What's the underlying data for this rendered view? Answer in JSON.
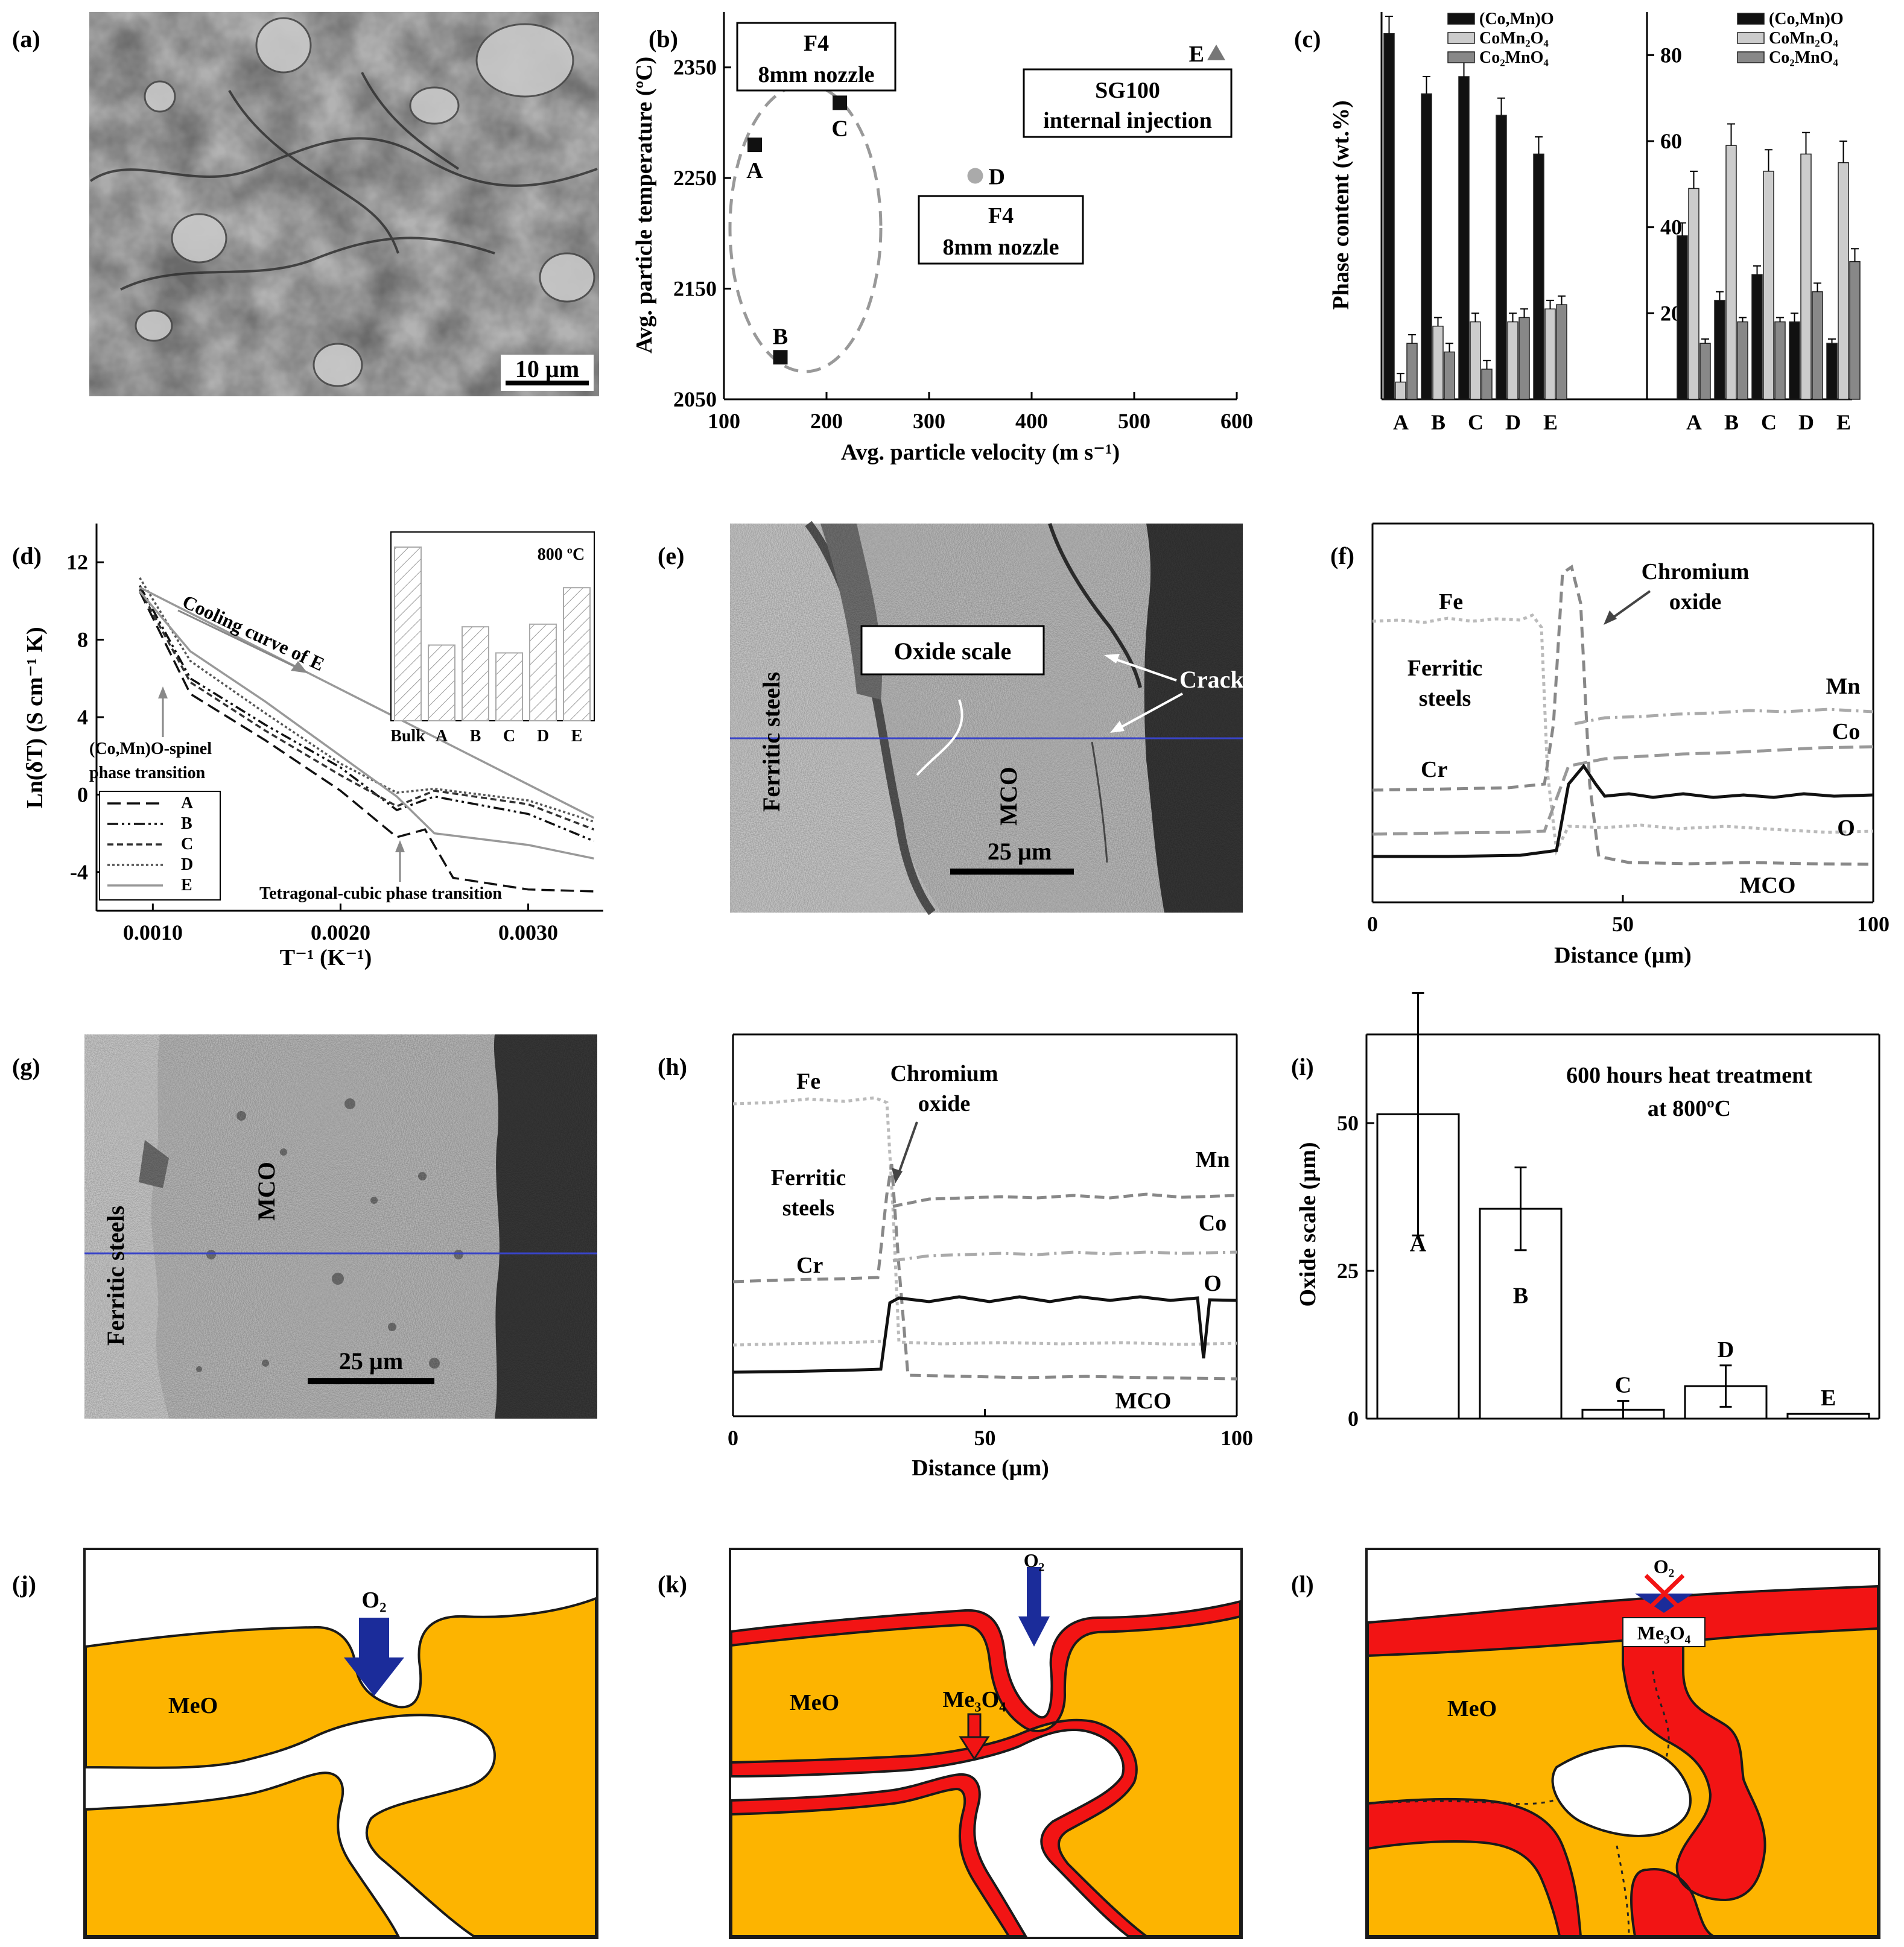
{
  "panel_labels": [
    "(a)",
    "(b)",
    "(c)",
    "(d)",
    "(e)",
    "(f)",
    "(g)",
    "(h)",
    "(i)",
    "(j)",
    "(k)",
    "(l)"
  ],
  "a": {
    "scale_bar": "10 µm"
  },
  "b": {
    "ylabel": "Avg. particle temperature (ºC)",
    "xlabel": "Avg. particle velocity (m s⁻¹)",
    "box1": [
      "F4",
      "8mm nozzle"
    ],
    "box2": [
      "SG100",
      "internal injection"
    ],
    "box3": [
      "F4",
      "8mm nozzle"
    ],
    "chart_data": {
      "type": "scatter",
      "xlim": [
        100,
        600
      ],
      "ylim": [
        2050,
        2400
      ],
      "xticks": [
        "100",
        "200",
        "300",
        "400",
        "500",
        "600"
      ],
      "yticks": [
        "2050",
        "2150",
        "2250",
        "2350"
      ],
      "points": [
        {
          "label": "A",
          "x": 130,
          "y": 2280
        },
        {
          "label": "B",
          "x": 155,
          "y": 2088
        },
        {
          "label": "C",
          "x": 213,
          "y": 2318
        },
        {
          "label": "D",
          "x": 345,
          "y": 2252
        },
        {
          "label": "E",
          "x": 580,
          "y": 2363
        }
      ]
    }
  },
  "c": {
    "ylabel": "Phase content (wt.%)",
    "legend": [
      "(Co,Mn)O",
      "CoMn₂O₄",
      "Co₂MnO₄"
    ],
    "chart_data": {
      "type": "bar",
      "categories": [
        "A",
        "B",
        "C",
        "D",
        "E"
      ],
      "yticks": [
        "20",
        "40",
        "60",
        "80"
      ],
      "ylim": [
        0,
        90
      ],
      "left_series": [
        {
          "name": "(Co,Mn)O",
          "values": [
            85,
            71,
            75,
            66,
            57
          ],
          "err": [
            4,
            4,
            4,
            4,
            4
          ]
        },
        {
          "name": "CoMn₂O₄",
          "values": [
            4,
            17,
            18,
            18,
            21
          ],
          "err": [
            2,
            2,
            2,
            2,
            2
          ]
        },
        {
          "name": "Co₂MnO₄",
          "values": [
            13,
            11,
            7,
            19,
            22
          ],
          "err": [
            2,
            2,
            2,
            2,
            2
          ]
        }
      ],
      "right_series": [
        {
          "name": "(Co,Mn)O",
          "values": [
            38,
            23,
            29,
            18,
            13
          ],
          "err": [
            3,
            2,
            2,
            2,
            1
          ]
        },
        {
          "name": "CoMn₂O₄",
          "values": [
            49,
            59,
            53,
            57,
            55
          ],
          "err": [
            4,
            5,
            5,
            5,
            5
          ]
        },
        {
          "name": "Co₂MnO₄",
          "values": [
            13,
            18,
            18,
            25,
            32
          ],
          "err": [
            1,
            1,
            1,
            2,
            3
          ]
        }
      ]
    }
  },
  "d": {
    "ylabel": "Ln(δT) (S cm⁻¹ K)",
    "xlabel": "T⁻¹ (K⁻¹)",
    "cooling": "Cooling curve of E",
    "transition1": [
      "(Co,Mn)O-spinel",
      "phase transition"
    ],
    "transition2": "Tetragonal-cubic phase transition",
    "legend": [
      "A",
      "B",
      "C",
      "D",
      "E"
    ],
    "inset": {
      "title": "800 ºC",
      "categories": [
        "Bulk",
        "A",
        "B",
        "C",
        "D",
        "E"
      ],
      "values": [
        13.3,
        5.8,
        7.2,
        5.2,
        7.4,
        10.2
      ]
    },
    "chart_data": {
      "type": "line",
      "xlim": [
        0.0007,
        0.0034
      ],
      "ylim": [
        -6,
        14
      ],
      "xticks": [
        "0.0010",
        "0.0020",
        "0.0030"
      ],
      "yticks": [
        "-4",
        "0",
        "4",
        "8",
        "12"
      ],
      "series": [
        {
          "name": "A",
          "x": [
            0.00093,
            0.0012,
            0.0016,
            0.002,
            0.0023,
            0.00245,
            0.0026,
            0.003,
            0.00335
          ],
          "y": [
            10.5,
            5.2,
            2.8,
            0.2,
            -2.2,
            -1.8,
            -4.3,
            -4.9,
            -5.0
          ]
        },
        {
          "name": "B",
          "x": [
            0.00093,
            0.0012,
            0.0016,
            0.002,
            0.0023,
            0.0025,
            0.003,
            0.00335
          ],
          "y": [
            10.8,
            6.0,
            3.6,
            1.4,
            -0.8,
            -0.1,
            -1.0,
            -2.4
          ]
        },
        {
          "name": "C",
          "x": [
            0.00093,
            0.0012,
            0.0016,
            0.002,
            0.0023,
            0.0025,
            0.003,
            0.00335
          ],
          "y": [
            10.6,
            5.8,
            3.3,
            1.0,
            -0.6,
            0.2,
            -0.5,
            -1.8
          ]
        },
        {
          "name": "D",
          "x": [
            0.00093,
            0.0012,
            0.0016,
            0.002,
            0.0023,
            0.0025,
            0.003,
            0.00335
          ],
          "y": [
            11.2,
            6.9,
            4.2,
            1.6,
            0.1,
            0.3,
            -0.3,
            -1.4
          ]
        },
        {
          "name": "E",
          "x": [
            0.00093,
            0.0012,
            0.0016,
            0.002,
            0.0023,
            0.0025,
            0.003,
            0.00335
          ],
          "y": [
            10.5,
            7.4,
            4.8,
            2.0,
            -0.1,
            -2.0,
            -2.6,
            -3.3
          ]
        },
        {
          "name": "Cooling curve of E",
          "x": [
            0.00093,
            0.00335
          ],
          "y": [
            10.7,
            -1.2
          ]
        }
      ]
    }
  },
  "e": {
    "oxide_scale": "Oxide scale",
    "cracks": "Cracks",
    "steel": "Ferritic  steels",
    "mco": "MCO",
    "scale_bar": "25 µm"
  },
  "f": {
    "xlabel": "Distance (µm)",
    "xticks": [
      "0",
      "50",
      "100"
    ],
    "labels": {
      "fe": "Fe",
      "steel": [
        "Ferritic",
        "steels"
      ],
      "cr": "Cr",
      "chrom": [
        "Chromium",
        "oxide"
      ],
      "mn": "Mn",
      "co": "Co",
      "o": "O",
      "mco": "MCO"
    }
  },
  "g": {
    "steel": "Ferritic  steels",
    "mco": "MCO",
    "scale_bar": "25 µm"
  },
  "h": {
    "xlabel": "Distance (µm)",
    "xticks": [
      "0",
      "50",
      "100"
    ],
    "labels": {
      "fe": "Fe",
      "steel": [
        "Ferritic",
        "steels"
      ],
      "cr": "Cr",
      "chrom": [
        "Chromium",
        "oxide"
      ],
      "mn": "Mn",
      "co": "Co",
      "o": "O",
      "mco": "MCO"
    }
  },
  "i": {
    "ylabel": "Oxide scale (µm)",
    "title": [
      "600 hours heat treatment",
      "at 800ºC"
    ],
    "chart_data": {
      "type": "bar",
      "categories": [
        "A",
        "B",
        "C",
        "D",
        "E"
      ],
      "values": [
        51.5,
        35.5,
        1.5,
        5.5,
        0.8
      ],
      "err": [
        20.5,
        7,
        1.5,
        3.5,
        0
      ],
      "ylim": [
        0,
        65
      ],
      "yticks": [
        "0",
        "25",
        "50"
      ]
    }
  },
  "j": {
    "o2": "O₂",
    "meo": "MeO"
  },
  "k": {
    "o2": "O₂",
    "meo": "MeO",
    "me3o4": "Me₃O₄"
  },
  "l": {
    "o2": "O₂",
    "meo": "MeO",
    "me3o4": "Me₃O₄"
  },
  "colors": {
    "meo": "#FDB400",
    "me3o4": "#F21414",
    "o2": "#1B2C9A",
    "outline": "#1a1a1a"
  }
}
